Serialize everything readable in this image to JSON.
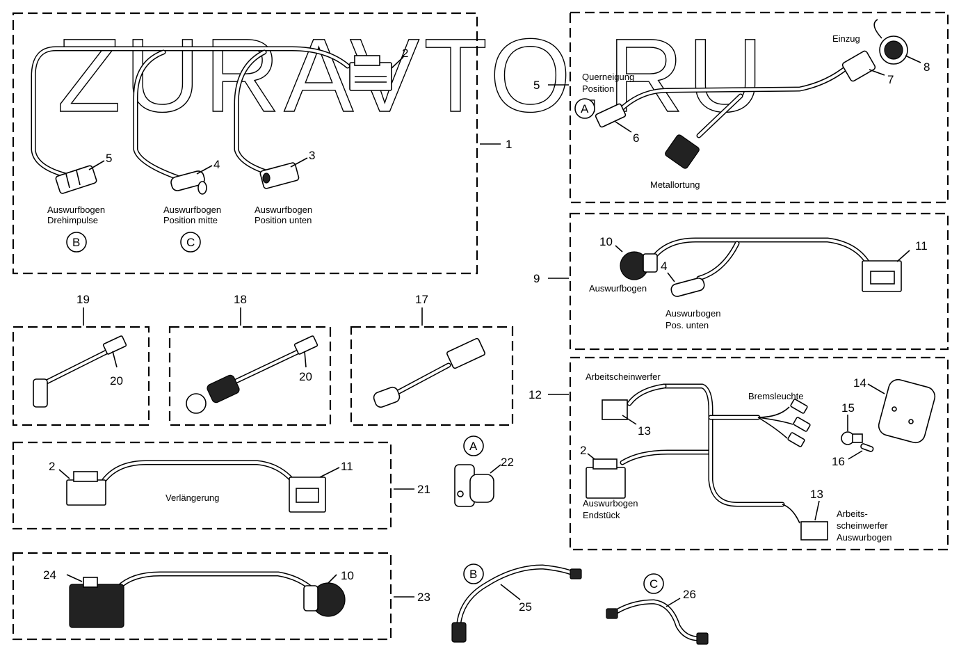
{
  "watermark": "ZURAVTO.RU",
  "callouts": {
    "n1": "1",
    "n2": "2",
    "n3": "3",
    "n4": "4",
    "n5": "5",
    "n6": "6",
    "n7": "7",
    "n8": "8",
    "n9": "9",
    "n10": "10",
    "n11": "11",
    "n12": "12",
    "n13": "13",
    "n14": "14",
    "n15": "15",
    "n16": "16",
    "n17": "17",
    "n18": "18",
    "n19": "19",
    "n20": "20",
    "n21": "21",
    "n22": "22",
    "n23": "23",
    "n24": "24",
    "n25": "25",
    "n26": "26"
  },
  "circled": {
    "a": "A",
    "b": "B",
    "c": "C"
  },
  "labels": {
    "auswurfbogen_drehimpulse": [
      "Auswurfbogen",
      "Drehimpulse"
    ],
    "auswurfbogen_position_mitte": [
      "Auswurfbogen",
      "Position mitte"
    ],
    "auswurfbogen_position_unten": [
      "Auswurfbogen",
      "Position unten"
    ],
    "querneigung_position": [
      "Querneigung",
      "Position"
    ],
    "einzug": "Einzug",
    "metallortung": "Metallortung",
    "auswurfbogen": "Auswurfbogen",
    "auswurbogen_pos_unten": [
      "Auswurbogen",
      "Pos. unten"
    ],
    "arbeitsscheinwerfer": "Arbeitscheinwerfer",
    "bremsleuchte": "Bremsleuchte",
    "auswurbogen_endstueck": [
      "Auswurbogen",
      "Endstück"
    ],
    "arbeitsscheinwerfer_auswurbogen": [
      "Arbeits-",
      "scheinwerfer",
      "Auswurbogen"
    ],
    "verlaengerung": "Verlängerung"
  }
}
